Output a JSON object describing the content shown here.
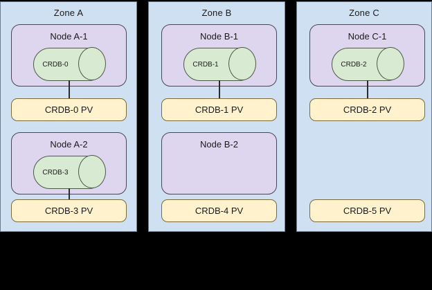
{
  "diagram": {
    "background_color": "#000000",
    "zone_color": "#cfe0f3",
    "node_color": "#ded5ef",
    "db_color": "#d9ead3",
    "pv_color": "#fff2cc"
  },
  "zones": [
    {
      "id": "zone-a",
      "label": "Zone A",
      "rows": [
        {
          "node": {
            "label": "Node A-1",
            "database": {
              "label": "CRDB-0"
            }
          },
          "pv": {
            "label": "CRDB-0 PV"
          },
          "connected": true
        },
        {
          "node": {
            "label": "Node A-2",
            "database": {
              "label": "CRDB-3"
            }
          },
          "pv": {
            "label": "CRDB-3 PV"
          },
          "connected": true
        }
      ]
    },
    {
      "id": "zone-b",
      "label": "Zone B",
      "rows": [
        {
          "node": {
            "label": "Node B-1",
            "database": {
              "label": "CRDB-1"
            }
          },
          "pv": {
            "label": "CRDB-1 PV"
          },
          "connected": true
        },
        {
          "node": {
            "label": "Node B-2",
            "database": null
          },
          "pv": {
            "label": "CRDB-4 PV"
          },
          "connected": false
        }
      ]
    },
    {
      "id": "zone-c",
      "label": "Zone C",
      "rows": [
        {
          "node": {
            "label": "Node C-1",
            "database": {
              "label": "CRDB-2"
            }
          },
          "pv": {
            "label": "CRDB-2 PV"
          },
          "connected": true
        },
        {
          "node": null,
          "pv": {
            "label": "CRDB-5 PV"
          },
          "connected": false
        }
      ]
    }
  ]
}
